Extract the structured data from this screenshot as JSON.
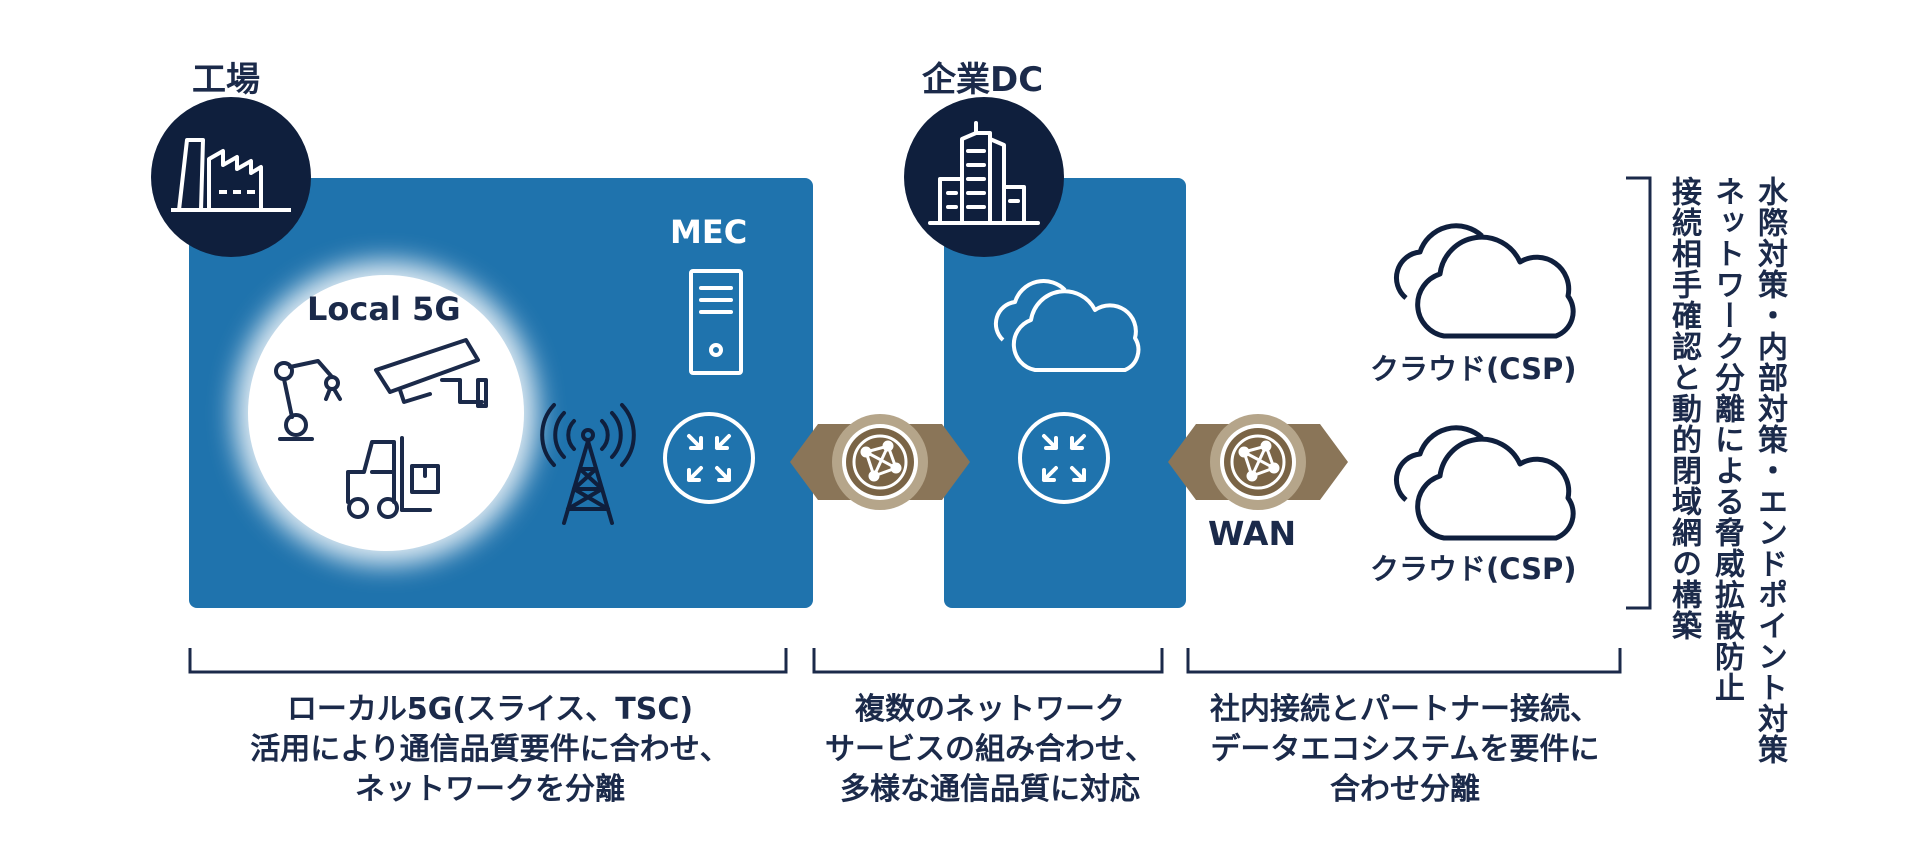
{
  "sections": {
    "factory": {
      "title": "工場"
    },
    "enterprise_dc": {
      "title": "企業DC"
    }
  },
  "factory_panel": {
    "local5g_label": "Local 5G",
    "mec_label": "MEC"
  },
  "wan_links": [
    {
      "label": "WAN"
    },
    {
      "label": "WAN"
    }
  ],
  "clouds": [
    {
      "label": "クラウド(CSP)"
    },
    {
      "label": "クラウド(CSP)"
    }
  ],
  "captions": [
    {
      "lines": [
        "ローカル5G(スライス、TSC)",
        "活用により通信品質要件に合わせ、",
        "ネットワークを分離"
      ]
    },
    {
      "lines": [
        "複数のネットワーク",
        "サービスの組み合わせ、",
        "多様な通信品質に対応"
      ]
    },
    {
      "lines": [
        "社内接続とパートナー接続、",
        "データエコシステムを要件に",
        "合わせ分離"
      ]
    }
  ],
  "security_note": {
    "columns": [
      "水際対策・内部対策・エンドポイント対策",
      "ネットワーク分離による脅威拡散防止",
      "接続相手確認と動的閉域網の構築"
    ]
  },
  "colors": {
    "panel_blue": "#1f73ad",
    "navy": "#0f1f3d",
    "text_navy": "#1b2a4a",
    "wan_brown": "#8a7558",
    "wan_tan": "#b5a58a"
  },
  "icons": [
    "factory-icon",
    "building-icon",
    "robot-arm-icon",
    "camera-icon",
    "forklift-icon",
    "antenna-icon",
    "server-icon",
    "router-icon",
    "network-globe-icon",
    "cloud-icon"
  ]
}
